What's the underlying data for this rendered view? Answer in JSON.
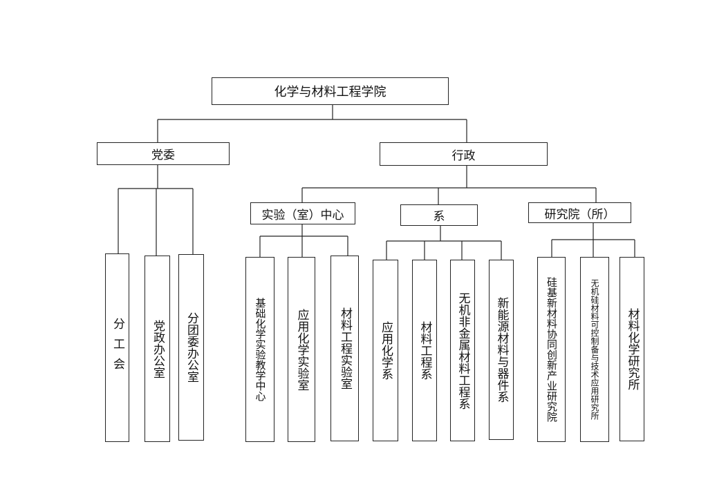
{
  "root": {
    "label": "化学与材料工程学院"
  },
  "party": {
    "label": "党委",
    "children": [
      "分工会",
      "党政办公室",
      "分团委办公室"
    ]
  },
  "admin": {
    "label": "行政",
    "lab_center": {
      "label": "实验（室）中心",
      "children": [
        "基础化学实验教学中心",
        "应用化学实验室",
        "材料工程实验室"
      ]
    },
    "departments": {
      "label": "系",
      "children": [
        "应用化学系",
        "材料工程系",
        "无机非金属材料工程系",
        "新能源材料与器件系"
      ]
    },
    "institutes": {
      "label": "研究院（所）",
      "children": [
        "硅基新材料协同创新产业研究院",
        "无机硅材料可控制备与技术应用研究所",
        "材料化学研究所"
      ]
    }
  }
}
